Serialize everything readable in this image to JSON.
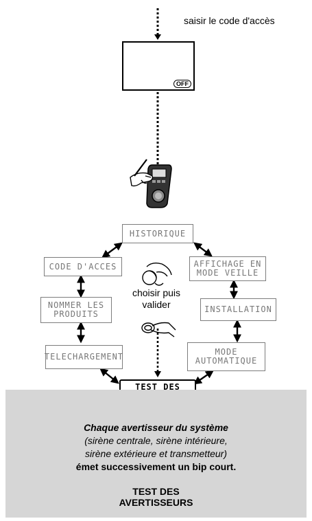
{
  "instruction": "saisir le code d'accès",
  "screen": {
    "off_label": "OFF"
  },
  "menu": {
    "historique": "HISTORIQUE",
    "affichage": "AFFICHAGE EN\nMODE VEILLE",
    "installation": "INSTALLATION",
    "mode_auto": "MODE\nAUTOMATIQUE",
    "test": "TEST DES\nAVERTISSEURS",
    "telechargement": "TELECHARGEMENT",
    "nommer": "NOMMER LES\nPRODUITS",
    "code": "CODE D'ACCES"
  },
  "choose_label": "choisir puis\nvalider",
  "description": {
    "line1": "Chaque avertisseur du système",
    "line2": "(sirène centrale, sirène intérieure,",
    "line3": "sirène extérieure et transmetteur)",
    "line4": "émet successivement un bip court."
  },
  "footer": {
    "line1": "TEST DES",
    "line2": "AVERTISSEURS"
  },
  "colors": {
    "panel": "#d6d6d6",
    "inactive_text": "#777777",
    "active_text": "#000000"
  }
}
